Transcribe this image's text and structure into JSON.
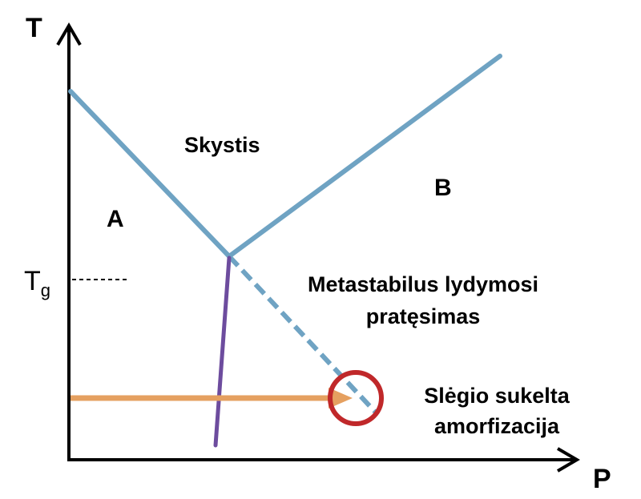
{
  "axes": {
    "y_label": "T",
    "x_label": "P",
    "tg_main": "T",
    "tg_sub": "g"
  },
  "regions": {
    "liquid": "Skystis",
    "a": "A",
    "b": "B"
  },
  "annotations": {
    "metastable_line1": "Metastabilus lydymosi",
    "metastable_line2": "pratęsimas",
    "amorph_line1": "Slėgio sukelta",
    "amorph_line2": "amorfizacija"
  },
  "colors": {
    "boundary": "#6fa3c3",
    "purple_line": "#6d4c9e",
    "arrow": "#e5a060",
    "circle": "#c0282a",
    "axis": "#000000"
  }
}
